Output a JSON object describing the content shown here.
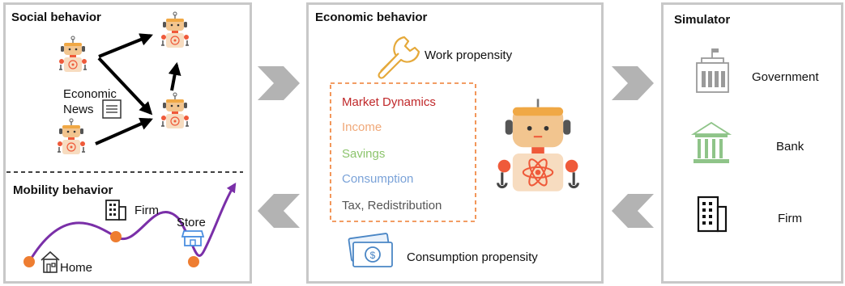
{
  "social": {
    "title": "Social behavior",
    "news_line1": "Economic",
    "news_line2": "News"
  },
  "mobility": {
    "title": "Mobility behavior",
    "firm": "Firm",
    "store": "Store",
    "home": "Home"
  },
  "economic": {
    "title": "Economic behavior",
    "work": "Work propensity",
    "consumption_propensity": "Consumption propensity",
    "factors": [
      {
        "label": "Market Dynamics",
        "color": "#c0282a"
      },
      {
        "label": "Income",
        "color": "#f0a878"
      },
      {
        "label": "Savings",
        "color": "#8cc46c"
      },
      {
        "label": "Consumption",
        "color": "#7aa2d8"
      },
      {
        "label": "Tax, Redistribution",
        "color": "#555555"
      }
    ]
  },
  "simulator": {
    "title": "Simulator",
    "items": [
      "Government",
      "Bank",
      "Firm"
    ]
  },
  "colors": {
    "panel_border": "#c8c8c8",
    "chevron": "#b3b3b3",
    "path": "#7a2fa8",
    "dot": "#ee7d31",
    "dashed_box": "#ee7d31",
    "robot_body": "#f2c58f",
    "robot_accent": "#ef5a3a"
  }
}
